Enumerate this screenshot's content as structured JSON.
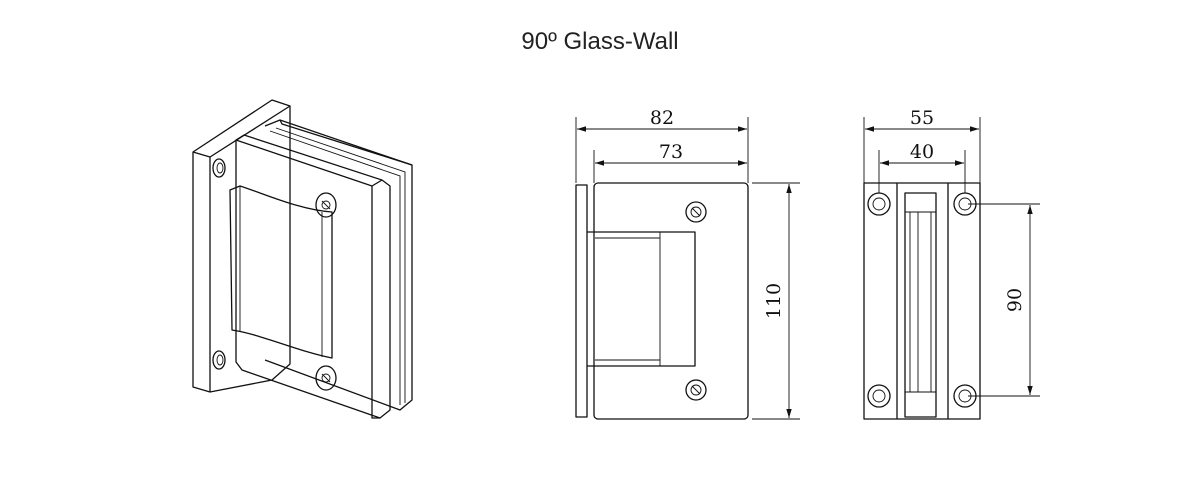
{
  "title": "90º Glass-Wall",
  "dimensions": {
    "front_total_width": "82",
    "front_plate_width": "73",
    "front_height": "110",
    "side_total_width": "55",
    "side_inner_width": "40",
    "side_hole_spacing": "90"
  }
}
